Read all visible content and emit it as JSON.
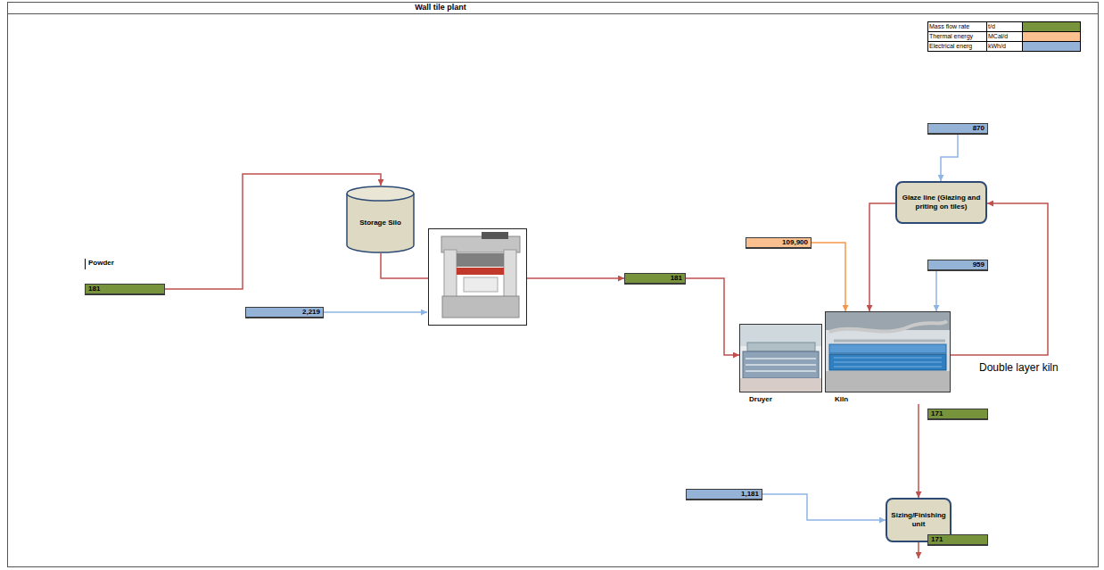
{
  "diagram": {
    "title": "Wall tile plant",
    "nodes": [
      {
        "text": [
          "Storage Silo"
        ]
      },
      {
        "text": [
          "181"
        ]
      },
      {
        "text": [
          "2,219"
        ]
      },
      {
        "text": [
          "181"
        ]
      },
      {
        "text": [
          "870"
        ]
      },
      {
        "text": [
          "Glaze line (Glazing and priting on tiles)"
        ]
      },
      {
        "text": [
          "109,900"
        ]
      },
      {
        "text": [
          "959"
        ]
      },
      {
        "text": [
          "Druyer"
        ]
      },
      {
        "text": [
          "Kiln"
        ]
      },
      {
        "text": [
          "171"
        ]
      },
      {
        "text": [
          "1,181"
        ]
      },
      {
        "text": [
          "Sizing/Finishing unit"
        ]
      },
      {
        "text": [
          "171"
        ]
      }
    ],
    "edges": [
      {
        "from": 1,
        "to": 0,
        "arrow": "to"
      },
      {
        "from": 0,
        "to": 3,
        "arrow": "to"
      },
      {
        "from": 3,
        "to": 8,
        "arrow": "to"
      },
      {
        "from": 6,
        "to": 9,
        "arrow": "to"
      },
      {
        "from": 4,
        "to": 5,
        "arrow": "to"
      },
      {
        "from": 5,
        "to": 9,
        "arrow": "to"
      },
      {
        "from": 7,
        "to": 9,
        "arrow": "to"
      },
      {
        "from": 9,
        "to": 5,
        "arrow": "to"
      },
      {
        "from": 9,
        "to": 12,
        "arrow": "to"
      },
      {
        "from": 11,
        "to": 12,
        "arrow": "to"
      }
    ],
    "labels": [
      "Powder",
      "Double layer kiln",
      "t/d",
      "MCal/d",
      "kWh/d"
    ],
    "legend": [
      {
        "text": "Mass flow rate",
        "color": "#77933c"
      },
      {
        "text": "Thermal energy",
        "color": "#fac090"
      },
      {
        "text": "Electrical energ",
        "color": "#95b3d7"
      }
    ]
  }
}
